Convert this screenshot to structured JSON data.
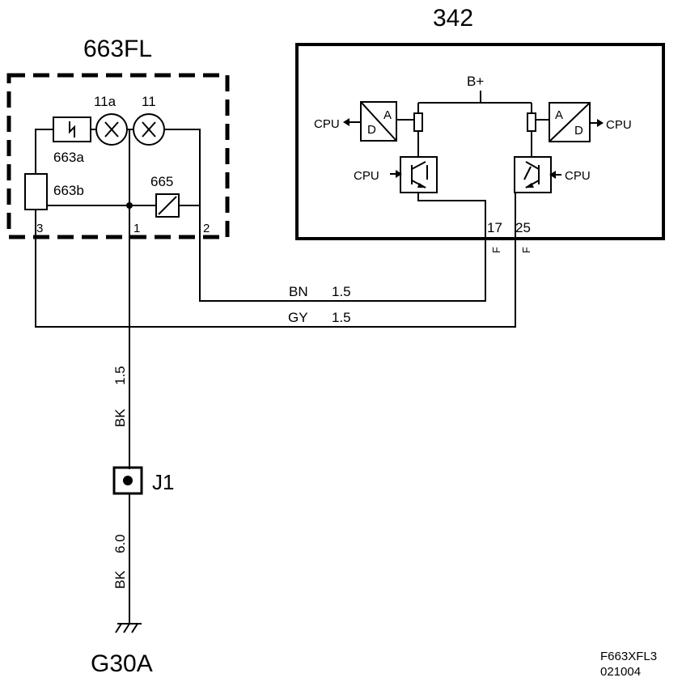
{
  "components": {
    "ecu": {
      "id": "342",
      "supply": "B+"
    },
    "lamp_unit": {
      "id": "663FL",
      "bulb_a": "11a",
      "bulb_b": "11",
      "switch_a": "663a",
      "resistor_b": "663b",
      "diode": "665",
      "pins": {
        "p3": "3",
        "p1": "1",
        "p2": "2"
      }
    },
    "splice": {
      "id": "J1"
    },
    "ground": {
      "id": "G30A"
    }
  },
  "ecu_internals": {
    "cpu": "CPU",
    "adc_a": "A",
    "adc_d": "D",
    "pin_17": "17",
    "pin_25": "25",
    "pin_17_code": "F",
    "pin_25_code": "F"
  },
  "wires": {
    "brown": {
      "color": "BN",
      "size": "1.5"
    },
    "gray": {
      "color": "GY",
      "size": "1.5"
    },
    "black_upper": {
      "color": "BK",
      "size": "1.5"
    },
    "black_lower": {
      "color": "BK",
      "size": "6.0"
    }
  },
  "footer": {
    "drawing_id": "F663XFL3",
    "date_code": "021004"
  }
}
